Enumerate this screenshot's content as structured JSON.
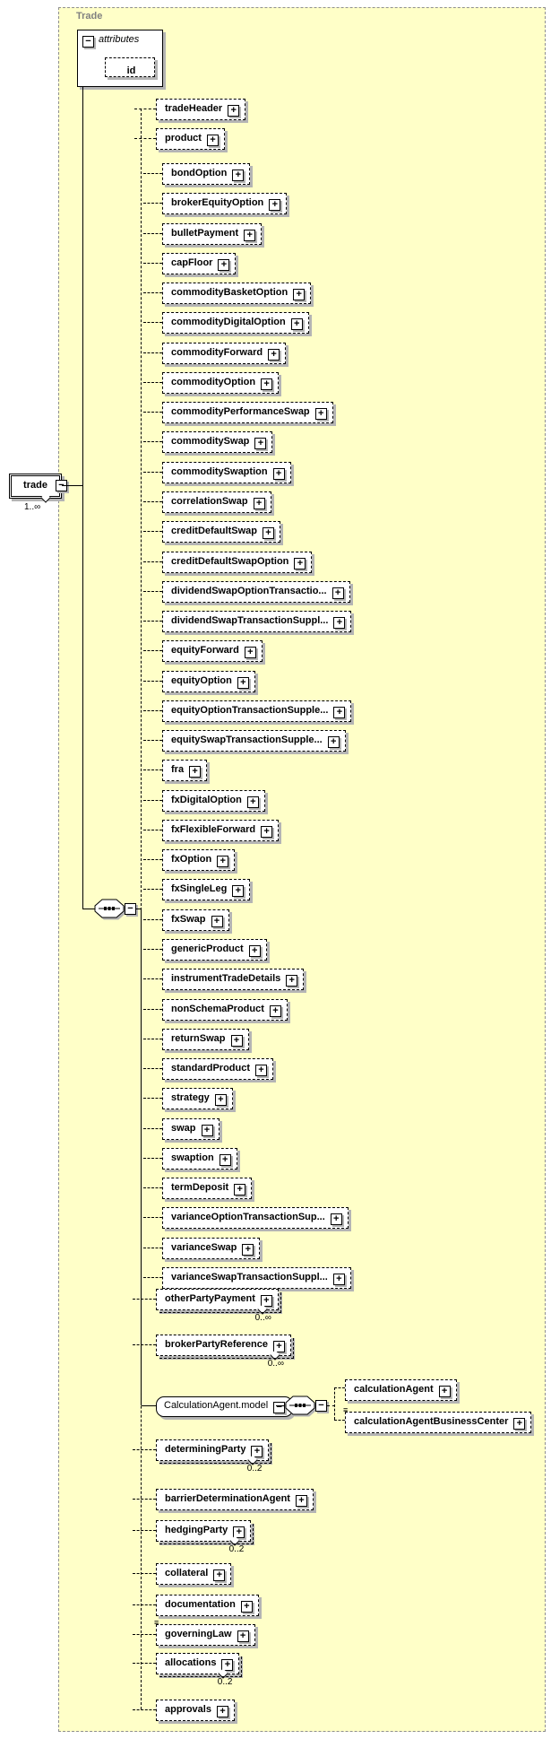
{
  "window": {
    "label": "Trade"
  },
  "colors": {
    "container_bg": "#ffffc8",
    "container_border": "#8f8f8f",
    "label_gray": "#808080",
    "shadow": "#b4b4b4",
    "line": "#000000",
    "box_bg": "#ffffff"
  },
  "icons": {
    "collapse_glyph": "−",
    "expand_glyph": "+",
    "stack_glyph": "≡"
  },
  "attributes_panel": {
    "header": "attributes",
    "attributes": [
      {
        "name": "id",
        "optional": true
      }
    ]
  },
  "root_element": {
    "label": "trade",
    "occurrence": "1..∞"
  },
  "compositor": {
    "type": "sequence"
  },
  "tree": {
    "children_top": [
      {
        "label": "tradeHeader"
      },
      {
        "label": "product"
      }
    ],
    "substitution_members": [
      {
        "label": "bondOption"
      },
      {
        "label": "brokerEquityOption"
      },
      {
        "label": "bulletPayment"
      },
      {
        "label": "capFloor"
      },
      {
        "label": "commodityBasketOption"
      },
      {
        "label": "commodityDigitalOption"
      },
      {
        "label": "commodityForward"
      },
      {
        "label": "commodityOption"
      },
      {
        "label": "commodityPerformanceSwap"
      },
      {
        "label": "commoditySwap"
      },
      {
        "label": "commoditySwaption"
      },
      {
        "label": "correlationSwap"
      },
      {
        "label": "creditDefaultSwap"
      },
      {
        "label": "creditDefaultSwapOption"
      },
      {
        "label": "dividendSwapOptionTransactio..."
      },
      {
        "label": "dividendSwapTransactionSuppl..."
      },
      {
        "label": "equityForward"
      },
      {
        "label": "equityOption"
      },
      {
        "label": "equityOptionTransactionSupple..."
      },
      {
        "label": "equitySwapTransactionSupple..."
      },
      {
        "label": "fra"
      },
      {
        "label": "fxDigitalOption"
      },
      {
        "label": "fxFlexibleForward"
      },
      {
        "label": "fxOption"
      },
      {
        "label": "fxSingleLeg"
      },
      {
        "label": "fxSwap"
      },
      {
        "label": "genericProduct"
      },
      {
        "label": "instrumentTradeDetails"
      },
      {
        "label": "nonSchemaProduct"
      },
      {
        "label": "returnSwap"
      },
      {
        "label": "standardProduct"
      },
      {
        "label": "strategy"
      },
      {
        "label": "swap"
      },
      {
        "label": "swaption"
      },
      {
        "label": "termDeposit"
      },
      {
        "label": "varianceOptionTransactionSup..."
      },
      {
        "label": "varianceSwap"
      },
      {
        "label": "varianceSwapTransactionSuppl..."
      }
    ],
    "children_bottom": [
      {
        "label": "otherPartyPayment",
        "occurrence": "0..∞"
      },
      {
        "label": "brokerPartyReference",
        "occurrence": "0..∞"
      },
      {
        "label": "CalculationAgent.model",
        "kind": "group",
        "children": [
          {
            "label": "calculationAgent"
          },
          {
            "label": "calculationAgentBusinessCenter",
            "stackmark": true
          }
        ]
      },
      {
        "label": "determiningParty",
        "occurrence": "0..2"
      },
      {
        "label": "barrierDeterminationAgent"
      },
      {
        "label": "hedgingParty",
        "occurrence": "0..2"
      },
      {
        "label": "collateral"
      },
      {
        "label": "documentation"
      },
      {
        "label": "governingLaw",
        "stackmark": true
      },
      {
        "label": "allocations",
        "occurrence": "0..2"
      },
      {
        "label": "approvals"
      }
    ]
  }
}
